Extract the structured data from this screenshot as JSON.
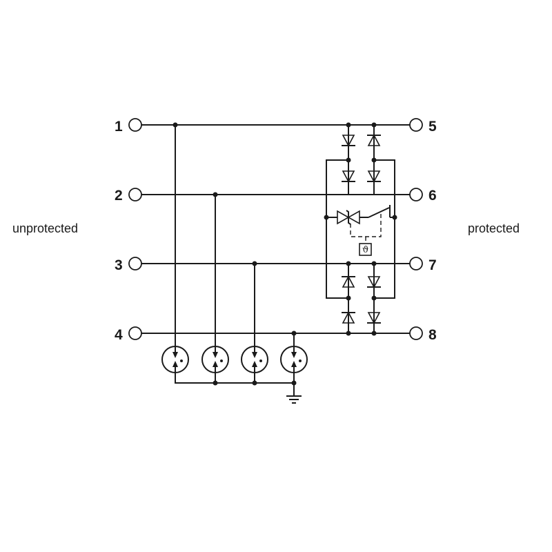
{
  "labels": {
    "left_side": "unprotected",
    "right_side": "protected"
  },
  "terminals": {
    "input": [
      "1",
      "2",
      "3",
      "4"
    ],
    "output": [
      "5",
      "6",
      "7",
      "8"
    ]
  },
  "thermal_symbol": "ϑ",
  "icons": [
    "terminal-circle-icon",
    "diode-icon",
    "gas-discharge-tube-icon",
    "ground-icon",
    "thermal-switch-icon",
    "bidirectional-tvs-icon"
  ]
}
